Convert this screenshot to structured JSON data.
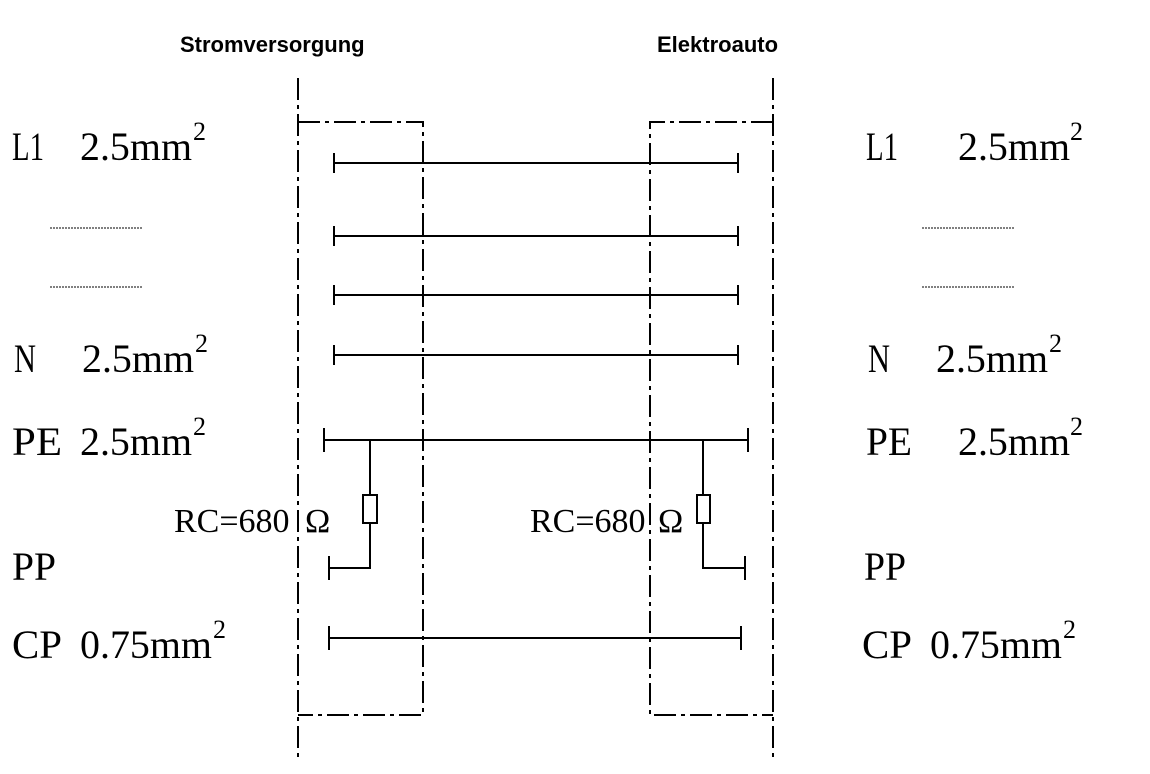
{
  "headers": {
    "left": "Stromversorgung",
    "right": "Elektroauto"
  },
  "left_labels": [
    {
      "name": "L1",
      "size": "2.5mm",
      "exp": "2"
    },
    {
      "name": "N",
      "size": "2.5mm",
      "exp": "2"
    },
    {
      "name": "PE",
      "size": "2.5mm",
      "exp": "2"
    },
    {
      "name": "PP",
      "size": "",
      "exp": ""
    },
    {
      "name": "CP",
      "size": "0.75mm",
      "exp": "2"
    }
  ],
  "right_labels": [
    {
      "name": "L1",
      "size": "2.5mm",
      "exp": "2"
    },
    {
      "name": "N",
      "size": "2.5mm",
      "exp": "2"
    },
    {
      "name": "PE",
      "size": "2.5mm",
      "exp": "2"
    },
    {
      "name": "PP",
      "size": "",
      "exp": ""
    },
    {
      "name": "CP",
      "size": "0.75mm",
      "exp": "2"
    }
  ],
  "resistors": {
    "left": "RC=680",
    "right": "RC=680",
    "unit": "Ω"
  }
}
